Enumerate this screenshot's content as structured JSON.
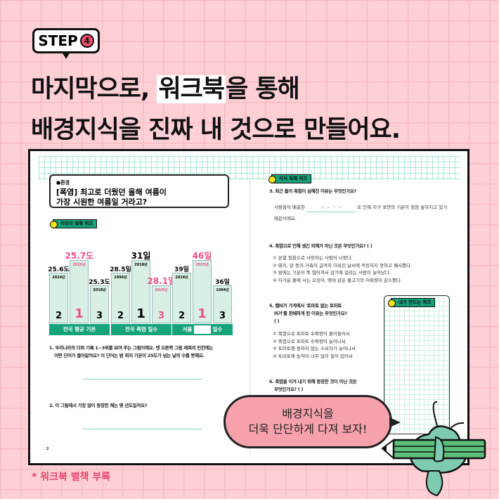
{
  "step": {
    "label": "STEP",
    "number": "4"
  },
  "title": {
    "line1_pre": "마지막으로, ",
    "line1_highlight": "워크북",
    "line1_post": "을 통해",
    "line2": "배경지식을 진짜 내 것으로 만들어요."
  },
  "left_page": {
    "tag": "●환경",
    "headline1": "[폭염] 최고로 더웠던 올해 여름이",
    "headline2": "가장 시원한 여름일 거라고?",
    "badge": "이미지 독해 퀴즈",
    "groups": [
      {
        "label": "전국 평균 기온",
        "bars": [
          {
            "value": "25.6도",
            "year": "2024년",
            "rank": "2"
          },
          {
            "value": "25.7도",
            "year": "2025년",
            "rank": "1",
            "highlight": true
          },
          {
            "value": "25.3도",
            "year": "2018년",
            "rank": "3"
          }
        ]
      },
      {
        "label": "전국 폭염 일수",
        "bars": [
          {
            "value": "28.5일",
            "year": "1994년",
            "rank": "2"
          },
          {
            "value": "31일",
            "year": "2018년",
            "rank": "1"
          },
          {
            "value": "28.1일",
            "year": "2025년",
            "rank": "3",
            "highlight": true
          }
        ]
      },
      {
        "label_pre": "서울",
        "label_post": "일수",
        "bars": [
          {
            "value": "39일",
            "year": "2024년",
            "rank": "2"
          },
          {
            "value": "46일",
            "year": "2025년",
            "rank": "1",
            "highlight": true
          },
          {
            "value": "36일",
            "year": "1994년",
            "rank": "3"
          }
        ]
      }
    ],
    "q1a": "1. 우리나라의 더위 기록 1~3위를 보여 주는 그림이에요. 맨 오른쪽 그림 제목의 빈칸에는",
    "q1b": "어떤 단어가 들어갈까요? 이 단어는 밤 최저 기온이 25도가 넘는 날의 수를 뜻해요.",
    "q2": "2. 이 그림에서 가장 많이 등장한 해는 몇 년도일까요?",
    "page_number": "2"
  },
  "right_page": {
    "badge": "지식 독해 퀴즈",
    "q3": "3. 최근 들어 폭염이 심해진 이유는 무엇인가요?",
    "q3_pre": "사람들이 배출한",
    "q3_hint": "ㅇ ㅅ ㄱ ㅅ",
    "q3_post": "로 인해 지구 표면의 기온이 점점 높아지고 있기",
    "q3_end": "때문이에요.",
    "q4": "4. 폭염으로 인해 생긴 피해가 아닌 것은 무엇인가요? (              )",
    "q4_options": [
      "① 온열 질환으로 사망하는 사람이 나왔다.",
      "② 돼지, 닭 등의 가축이 급격히 더워진 날씨에 적응하지 못하고 폐사했다.",
      "③ 밤에는 기온이 뚝 떨어져서 감기에 걸리는 사람이 늘어났다.",
      "④ 차가운 물에 사는 오징어, 명태 같은 물고기의 어획량이 감소했다."
    ],
    "q5a": "5. 햄버거 가게에서 '토마토 없는 토마토",
    "q5b": "버거'를 판매하게 된 이유는 무엇인가요?",
    "q5c": "(              )",
    "q5_options": [
      "① 폭염으로 토마토 수확량이 줄어들어서",
      "② 폭염으로 토마토 수확량이 늘어나서",
      "③ 토마토를 원하지 않는 소비자가 늘어나서",
      "④ 토마토에 농약이 너무 많이 들어 있어서"
    ],
    "q6a": "6. 폭염을 이겨 내기 위해 등장한 것이 아닌 것은",
    "q6b": "무엇인가요? (              )",
    "my_quiz_badge": "내가 만드는 퀴즈"
  },
  "bubble": {
    "line1": "배경지식을",
    "line2": "더욱 단단하게 다져 보자!"
  },
  "footer": "* 워크북 별책 부록",
  "colors": {
    "background": "#fdd0d6",
    "accent_green": "#17a37a",
    "accent_pink": "#ee4d8a",
    "bubble": "#f7a1ad"
  }
}
